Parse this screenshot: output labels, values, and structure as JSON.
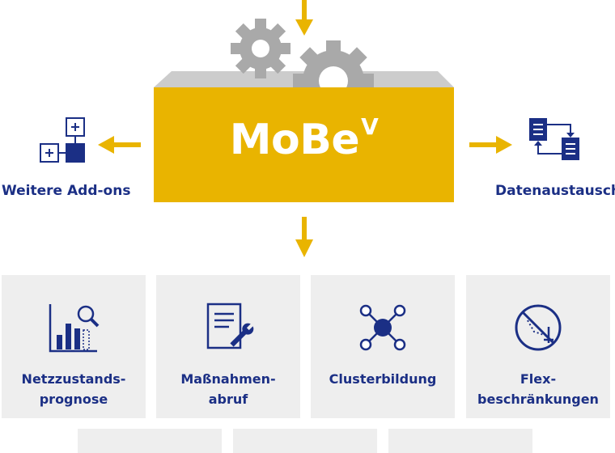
{
  "main": {
    "title": "MoBe",
    "superscript": "V"
  },
  "left_node": {
    "label": "Weitere Add-ons",
    "icon": "add-ons-icon"
  },
  "right_node": {
    "label": "Datenaustausch",
    "icon": "data-exchange-icon"
  },
  "modules": [
    {
      "label": "Netzzustands-\nprognose",
      "icon": "bar-chart-search-icon"
    },
    {
      "label": "Maßnahmen-\nabruf",
      "icon": "document-wrench-icon"
    },
    {
      "label": "Clusterbildung",
      "icon": "network-cluster-icon"
    },
    {
      "label": "Flex-\nbeschränkungen",
      "icon": "prohibited-chart-icon"
    }
  ],
  "colors": {
    "accent": "#e9b400",
    "primary": "#1b2f85",
    "tile_bg": "#eeeeee",
    "gear": "#a9a9a9",
    "box_top": "#cccccc"
  }
}
